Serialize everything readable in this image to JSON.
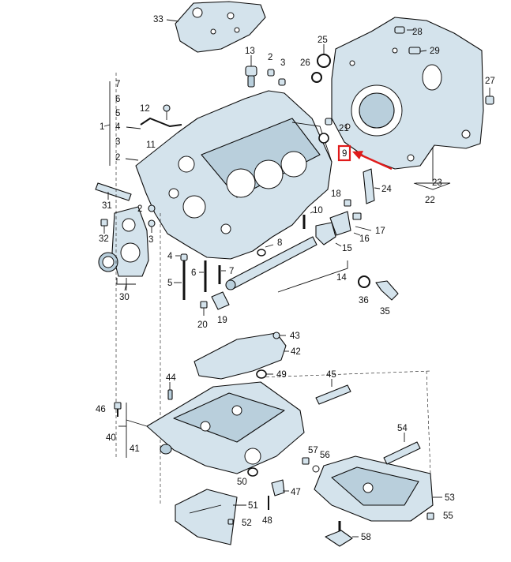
{
  "accent_color": "#e01b1b",
  "highlighted_part": "9",
  "labels": [
    {
      "id": "33",
      "text": "33"
    },
    {
      "id": "28",
      "text": "28"
    },
    {
      "id": "25",
      "text": "25"
    },
    {
      "id": "29",
      "text": "29"
    },
    {
      "id": "13",
      "text": "13"
    },
    {
      "id": "2a",
      "text": "2"
    },
    {
      "id": "3a",
      "text": "3"
    },
    {
      "id": "26",
      "text": "26"
    },
    {
      "id": "27",
      "text": "27"
    },
    {
      "id": "7",
      "text": "7"
    },
    {
      "id": "6a",
      "text": "6"
    },
    {
      "id": "5a",
      "text": "5"
    },
    {
      "id": "4a",
      "text": "4"
    },
    {
      "id": "3b",
      "text": "3"
    },
    {
      "id": "2b",
      "text": "2"
    },
    {
      "id": "1",
      "text": "1"
    },
    {
      "id": "12",
      "text": "12"
    },
    {
      "id": "11",
      "text": "11"
    },
    {
      "id": "21",
      "text": "21"
    },
    {
      "id": "9",
      "text": "9"
    },
    {
      "id": "23",
      "text": "23"
    },
    {
      "id": "24",
      "text": "24"
    },
    {
      "id": "22",
      "text": "22"
    },
    {
      "id": "31",
      "text": "31"
    },
    {
      "id": "2c",
      "text": "2"
    },
    {
      "id": "3c",
      "text": "3"
    },
    {
      "id": "18",
      "text": "18"
    },
    {
      "id": "10",
      "text": "10"
    },
    {
      "id": "16",
      "text": "16"
    },
    {
      "id": "17",
      "text": "17"
    },
    {
      "id": "32",
      "text": "32"
    },
    {
      "id": "8",
      "text": "8"
    },
    {
      "id": "15",
      "text": "15"
    },
    {
      "id": "4b",
      "text": "4"
    },
    {
      "id": "6b",
      "text": "6"
    },
    {
      "id": "7b",
      "text": "7"
    },
    {
      "id": "14",
      "text": "14"
    },
    {
      "id": "30",
      "text": "30"
    },
    {
      "id": "5b",
      "text": "5"
    },
    {
      "id": "36",
      "text": "36"
    },
    {
      "id": "35",
      "text": "35"
    },
    {
      "id": "20",
      "text": "20"
    },
    {
      "id": "19",
      "text": "19"
    },
    {
      "id": "43",
      "text": "43"
    },
    {
      "id": "42",
      "text": "42"
    },
    {
      "id": "49",
      "text": "49"
    },
    {
      "id": "44",
      "text": "44"
    },
    {
      "id": "45",
      "text": "45"
    },
    {
      "id": "46",
      "text": "46"
    },
    {
      "id": "40",
      "text": "40"
    },
    {
      "id": "54",
      "text": "54"
    },
    {
      "id": "41",
      "text": "41"
    },
    {
      "id": "57",
      "text": "57"
    },
    {
      "id": "56",
      "text": "56"
    },
    {
      "id": "50",
      "text": "50"
    },
    {
      "id": "53",
      "text": "53"
    },
    {
      "id": "47",
      "text": "47"
    },
    {
      "id": "51",
      "text": "51"
    },
    {
      "id": "55",
      "text": "55"
    },
    {
      "id": "48",
      "text": "48"
    },
    {
      "id": "52",
      "text": "52"
    },
    {
      "id": "58",
      "text": "58"
    }
  ]
}
